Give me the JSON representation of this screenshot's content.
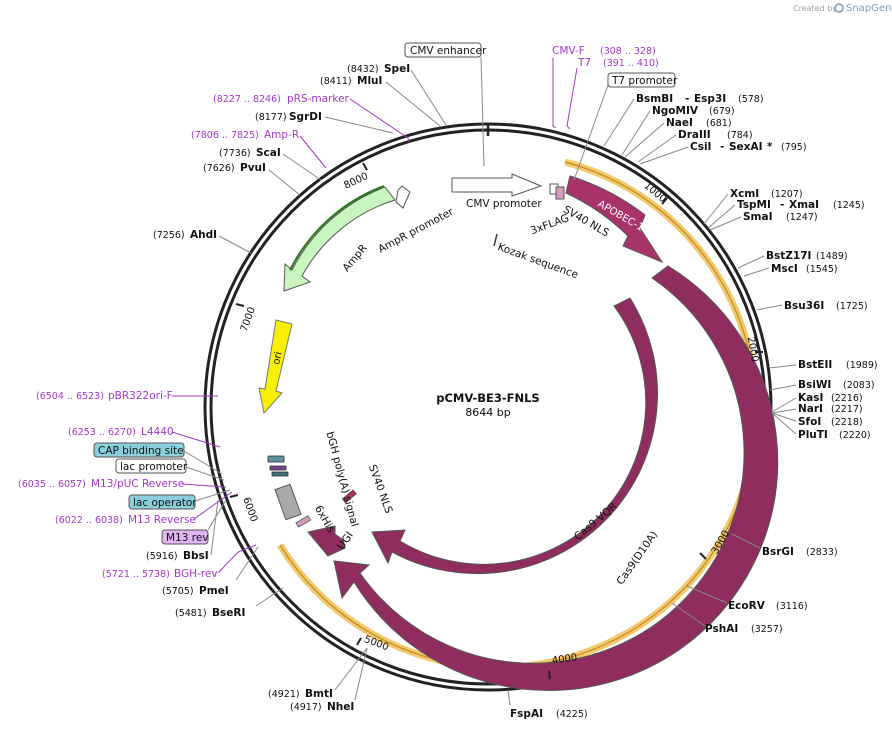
{
  "header": {
    "created_by": "Created by",
    "brand": "SnapGene"
  },
  "plasmid": {
    "name": "pCMV-BE3-FNLS",
    "length_label": "8644 bp",
    "length": 8644
  },
  "ticks": [
    "1000",
    "2000",
    "3000",
    "4000",
    "5000",
    "6000",
    "7000",
    "8000"
  ],
  "features": {
    "cmv_enhancer": "CMV enhancer",
    "cmv_promoter": "CMV promoter",
    "t7_promoter": "T7 promoter",
    "flag": "3xFLAG",
    "sv40_nls_top": "SV40 NLS",
    "kozak": "Kozak sequence",
    "apobec": "APOBEC-1",
    "cas9vqr": "Cas9 VQR",
    "cas9d10a": "Cas9(D10A)",
    "ugi": "UGI",
    "his": "6xHis",
    "sv40_nls_inner": "SV40 NLS",
    "bgh": "bGH poly(A) signal",
    "ori": "ori",
    "ampr": "AmpR",
    "ampr_promoter": "AmpR promoter",
    "cap_site": "CAP binding site",
    "lac_promoter": "lac promoter",
    "lac_operator": "lac operator",
    "m13rev_box": "M13 rev"
  },
  "primers": {
    "cmvf": {
      "name": "CMV-F",
      "pos": "(308 .. 328)"
    },
    "t7": {
      "name": "T7",
      "pos": "(391 .. 410)"
    },
    "prs": {
      "name": "pRS-marker",
      "pos": "(8227 .. 8246)"
    },
    "ampr": {
      "name": "Amp-R",
      "pos": "(7806 .. 7825)"
    },
    "pbr": {
      "name": "pBR322ori-F",
      "pos": "(6504 .. 6523)"
    },
    "l4440": {
      "name": "L4440",
      "pos": "(6253 .. 6270)"
    },
    "m13puc": {
      "name": "M13/pUC Reverse",
      "pos": "(6035 .. 6057)"
    },
    "m13rev": {
      "name": "M13 Reverse",
      "pos": "(6022 .. 6038)"
    },
    "bghrev": {
      "name": "BGH-rev",
      "pos": "(5721 .. 5738)"
    }
  },
  "sites": {
    "spei": {
      "name": "SpeI",
      "pos": "(8432)"
    },
    "mlui": {
      "name": "MluI",
      "pos": "(8411)"
    },
    "sgrdi": {
      "name": "SgrDI",
      "pos": "(8177)"
    },
    "scai": {
      "name": "ScaI",
      "pos": "(7736)"
    },
    "pvui": {
      "name": "PvuI",
      "pos": "(7626)"
    },
    "ahdi": {
      "name": "AhdI",
      "pos": "(7256)"
    },
    "bbsi": {
      "name": "BbsI",
      "pos": "(5916)"
    },
    "pmei": {
      "name": "PmeI",
      "pos": "(5705)"
    },
    "bseri": {
      "name": "BseRI",
      "pos": "(5481)"
    },
    "bmti": {
      "name": "BmtI",
      "pos": "(4921)"
    },
    "nhei": {
      "name": "NheI",
      "pos": "(4917)"
    },
    "fspai": {
      "name": "FspAI",
      "pos": "(4225)"
    },
    "pshai": {
      "name": "PshAI",
      "pos": "(3257)"
    },
    "ecorv": {
      "name": "EcoRV",
      "pos": "(3116)"
    },
    "bsrgi": {
      "name": "BsrGI",
      "pos": "(2833)"
    },
    "plutI": {
      "name": "PluTI",
      "pos": "(2220)"
    },
    "sfoi": {
      "name": "SfoI",
      "pos": "(2218)"
    },
    "nari": {
      "name": "NarI",
      "pos": "(2217)"
    },
    "kasi": {
      "name": "KasI",
      "pos": "(2216)"
    },
    "bsiwi": {
      "name": "BsiWI",
      "pos": "(2083)"
    },
    "bsteii": {
      "name": "BstEII",
      "pos": "(1989)"
    },
    "bsu36i": {
      "name": "Bsu36I",
      "pos": "(1725)"
    },
    "msci": {
      "name": "MscI",
      "pos": "(1545)"
    },
    "bstz17i": {
      "name": "BstZ17I",
      "pos": "(1489)"
    },
    "smai": {
      "name": "SmaI",
      "pos": "(1247)"
    },
    "tspmi": {
      "name": "TspMI",
      "sep": "-",
      "name2": "XmaI",
      "pos": "(1245)"
    },
    "xcmi": {
      "name": "XcmI",
      "pos": "(1207)"
    },
    "csii": {
      "name": "CsiI",
      "sep": "-",
      "name2": "SexAI",
      "star": "*",
      "pos": "(795)"
    },
    "draiii": {
      "name": "DraIII",
      "pos": "(784)"
    },
    "naei": {
      "name": "NaeI",
      "pos": "(681)"
    },
    "ngomiv": {
      "name": "NgoMIV",
      "pos": "(679)"
    },
    "bsmbi": {
      "name": "BsmBI",
      "sep": "-",
      "name2": "Esp3I",
      "pos": "(578)"
    }
  },
  "colors": {
    "apobec": "#a8326a",
    "cas9": "#8f2d60",
    "highlight": "#f4c96b",
    "ori": "#f7f000",
    "ampr": "#c9f5c0",
    "promoter_fill": "#ffffff",
    "primer": "#a238c8",
    "box_blue": "#8ccfdc",
    "box_purple": "#e0b5f2"
  }
}
